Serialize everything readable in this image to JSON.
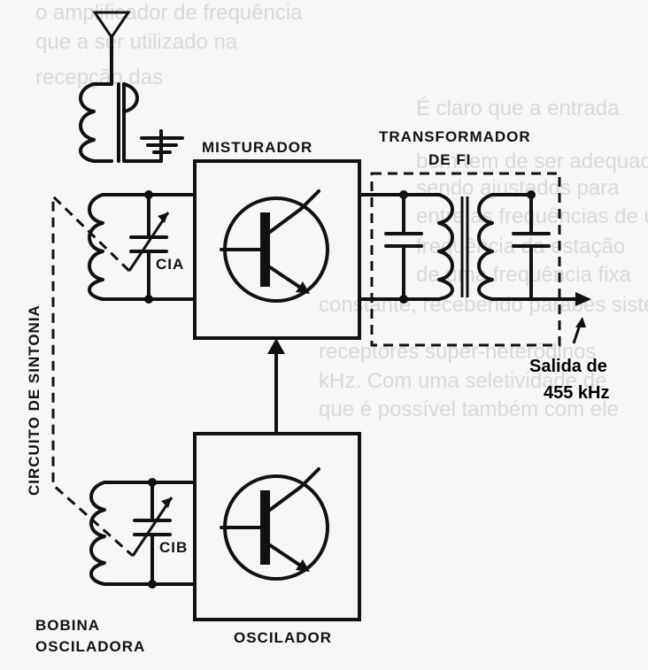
{
  "labels": {
    "mixer": "MISTURADOR",
    "if_transformer_line1": "TRANSFORMADOR",
    "if_transformer_line2": "DE FI",
    "cap_a": "CIA",
    "cap_b": "CIB",
    "tuning_circuit": "CIRCUITO DE SINTONIA",
    "osc_coil_line1": "BOBINA",
    "osc_coil_line2": "OSCILADORA",
    "oscillator": "OSCILADOR"
  },
  "annotation": {
    "line1": "Salida de",
    "line2": "455 kHz"
  },
  "background_text": [
    "o amplificador de frequência",
    "que a ser utilizado na",
    "recepção das",
    "É claro que a entrada",
    "bem tem de ser adequada",
    "sendo ajustados para",
    "entre as frequências de um",
    "frequência da estação",
    "de uma frequência fixa",
    "constante, recebendo parabes sistema",
    "receptores super-heteródinos",
    "kHz. Com uma seletividade de",
    "que é possível também com ele"
  ],
  "colors": {
    "ink": "#111111",
    "paper": "#f6f6f4",
    "ghost_text": "#d8d8d6"
  }
}
